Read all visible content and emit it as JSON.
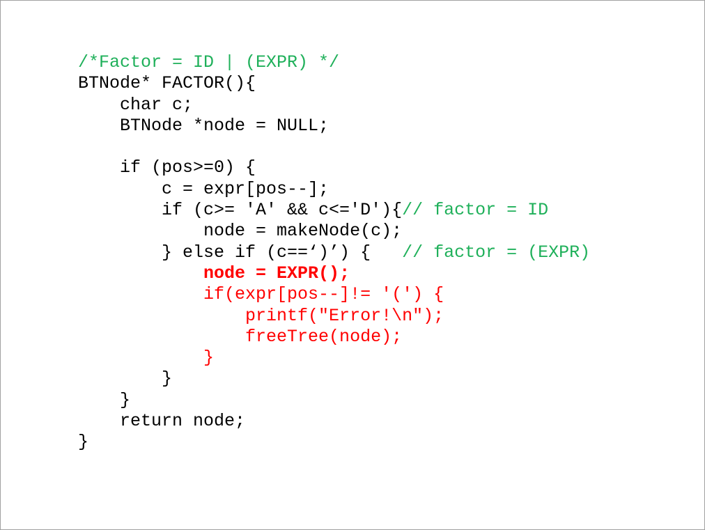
{
  "colors": {
    "code": "#000000",
    "comment": "#1fb05a",
    "highlight": "#ff0000"
  },
  "lines": [
    [
      {
        "t": "/*Factor = ID | (EXPR) */",
        "c": "g"
      }
    ],
    [
      {
        "t": "BTNode* FACTOR(){",
        "c": "k"
      }
    ],
    [
      {
        "t": "    char c;",
        "c": "k"
      }
    ],
    [
      {
        "t": "    BTNode *node = NULL;",
        "c": "k"
      }
    ],
    [
      {
        "t": "",
        "c": "k"
      }
    ],
    [
      {
        "t": "    if (pos>=0) {",
        "c": "k"
      }
    ],
    [
      {
        "t": "        c = expr[pos--];",
        "c": "k"
      }
    ],
    [
      {
        "t": "        if (c>= 'A' && c<='D'){",
        "c": "k"
      },
      {
        "t": "// factor = ID",
        "c": "g"
      }
    ],
    [
      {
        "t": "            node = makeNode(c);",
        "c": "k"
      }
    ],
    [
      {
        "t": "        } else if (c==‘)’) {   ",
        "c": "k"
      },
      {
        "t": "// factor = (EXPR)",
        "c": "g"
      }
    ],
    [
      {
        "t": "            ",
        "c": "k"
      },
      {
        "t": "node = EXPR();",
        "c": "rb"
      }
    ],
    [
      {
        "t": "            if(expr[pos--]!= '(') {",
        "c": "r"
      }
    ],
    [
      {
        "t": "                printf(\"Error!\\n\");",
        "c": "r"
      }
    ],
    [
      {
        "t": "                freeTree(node);",
        "c": "r"
      }
    ],
    [
      {
        "t": "            }",
        "c": "r"
      }
    ],
    [
      {
        "t": "        }",
        "c": "k"
      }
    ],
    [
      {
        "t": "    }",
        "c": "k"
      }
    ],
    [
      {
        "t": "    return node;",
        "c": "k"
      }
    ],
    [
      {
        "t": "}",
        "c": "k"
      }
    ]
  ]
}
